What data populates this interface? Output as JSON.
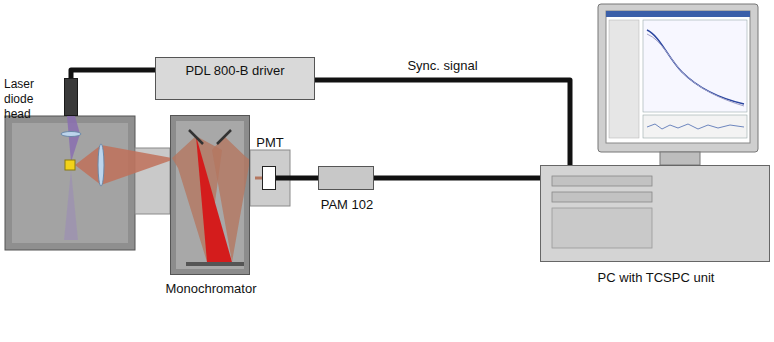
{
  "diagram": {
    "nodes": [
      {
        "text": [
          "Laser diode head"
        ]
      },
      {
        "text": [
          "PDL 800-B driver"
        ]
      },
      {
        "text": [
          "PMT"
        ]
      },
      {
        "text": [
          "Monochromator"
        ]
      },
      {
        "text": [
          "PAM 102"
        ]
      },
      {
        "text": [
          "PC with TCSPC unit"
        ]
      }
    ],
    "edges": [
      {
        "from": 0,
        "to": 1,
        "arrow": "none"
      },
      {
        "from": 1,
        "to": 5,
        "label": "Sync. signal",
        "arrow": "none"
      },
      {
        "from": 2,
        "to": 4,
        "arrow": "none"
      },
      {
        "from": 4,
        "to": 5,
        "arrow": "none"
      }
    ]
  }
}
